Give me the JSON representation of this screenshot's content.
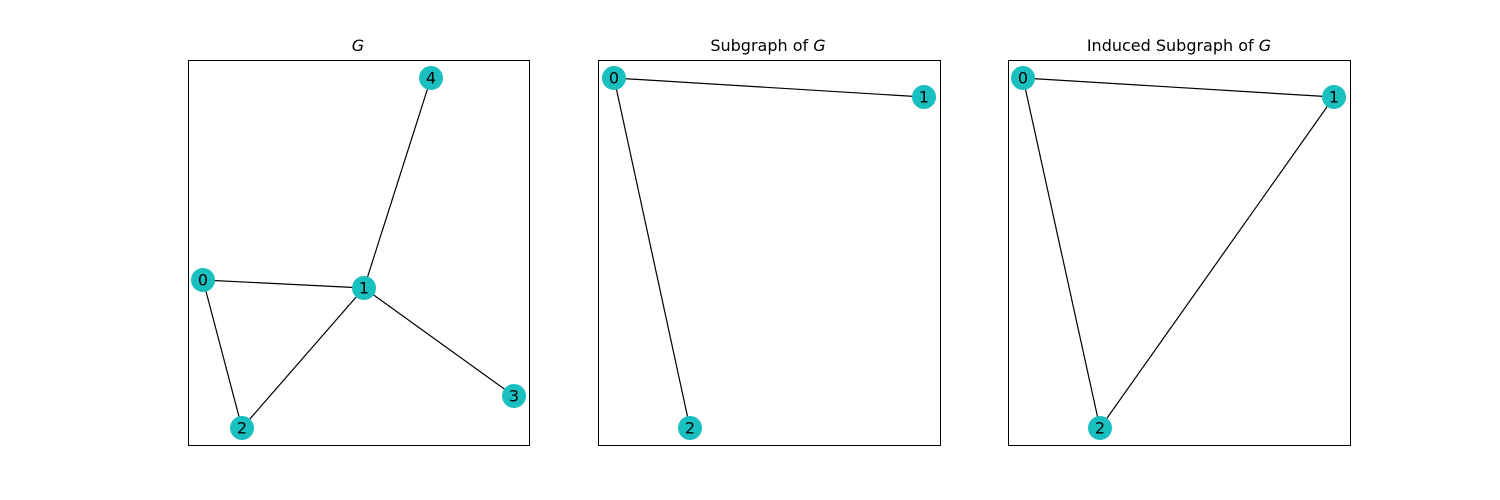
{
  "node_color": "#1abfbf",
  "edge_color": "#000000",
  "panels": [
    {
      "title_prefix": "",
      "title_var": "G",
      "nodes": [
        {
          "id": "0"
        },
        {
          "id": "1"
        },
        {
          "id": "2"
        },
        {
          "id": "3"
        },
        {
          "id": "4"
        }
      ],
      "edges": [
        [
          "0",
          "1"
        ],
        [
          "0",
          "2"
        ],
        [
          "1",
          "2"
        ],
        [
          "1",
          "3"
        ],
        [
          "1",
          "4"
        ]
      ]
    },
    {
      "title_prefix": "Subgraph of ",
      "title_var": "G",
      "nodes": [
        {
          "id": "0"
        },
        {
          "id": "1"
        },
        {
          "id": "2"
        }
      ],
      "edges": [
        [
          "0",
          "1"
        ],
        [
          "0",
          "2"
        ]
      ]
    },
    {
      "title_prefix": "Induced Subgraph of ",
      "title_var": "G",
      "nodes": [
        {
          "id": "0"
        },
        {
          "id": "1"
        },
        {
          "id": "2"
        }
      ],
      "edges": [
        [
          "0",
          "1"
        ],
        [
          "0",
          "2"
        ],
        [
          "1",
          "2"
        ]
      ]
    }
  ]
}
